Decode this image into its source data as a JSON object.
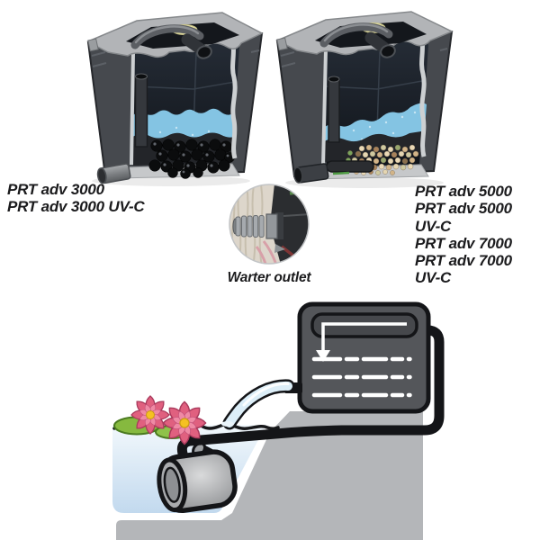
{
  "products": {
    "left": [
      "PRT adv 3000",
      "PRT adv 3000 UV-C"
    ],
    "right": [
      "PRT adv 5000",
      "PRT adv 5000 UV-C",
      "PRT adv 7000",
      "PRT adv 7000 UV-C"
    ]
  },
  "detail": {
    "caption": "Warter outlet"
  },
  "icons": [
    "filter-cutaway-left-icon",
    "filter-cutaway-right-icon",
    "water-outlet-detail-icon",
    "pond-schematic-icon",
    "pump-icon",
    "filter-box-icon",
    "supply-pipe-icon",
    "water-stream-icon",
    "lily-flower-icon",
    "lily-pad-icon",
    "flow-arrow-icon"
  ],
  "colors": {
    "foam_blue": "#84c4e3",
    "black_foam": "#232529",
    "box_body_gray": "#46494e",
    "rim_gray": "#b2b4b7",
    "schematic_box_gray": "#54565a",
    "ground_gray": "#b4b6b9",
    "pond_blue_top": "#f2f8fc",
    "pond_blue_bottom": "#c2d9ee",
    "pipe_black": "#141518",
    "lily_pink": "#e0607f",
    "lily_center_yellow": "#f5c122",
    "lamp_yellow": "#e9e4a4",
    "pebble_tan": "#d2b488"
  }
}
